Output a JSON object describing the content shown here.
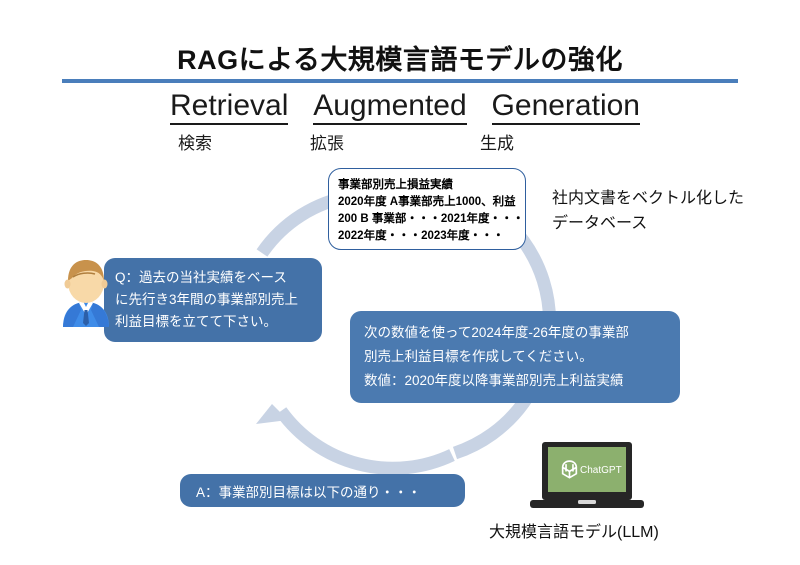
{
  "slide": {
    "title": "RAGによる大規模言語モデルの強化",
    "rule_color": "#4a7ebb"
  },
  "subtitle": {
    "words": [
      "Retrieval",
      "Augmented",
      "Generation"
    ],
    "glosses": [
      "検索",
      "拡張",
      "生成"
    ]
  },
  "database_box": {
    "lines": [
      "事業部別売上損益実績",
      "2020年度 A事業部売上1000、利益",
      "200 B 事業部・・・2021年度・・・",
      "2022年度・・・2023年度・・・"
    ],
    "border_color": "#2f5f9e"
  },
  "captions": {
    "database": [
      "社内文書をベクトル化した",
      "データベース"
    ],
    "llm": "大規模言語モデル(LLM)"
  },
  "bubbles": {
    "question": {
      "lines": [
        "Q：過去の当社実績をベース",
        "に先行き3年間の事業部別売上",
        "利益目標を立てて下さい。"
      ],
      "color": "#4472a8"
    },
    "prompt": {
      "lines": [
        "次の数値を使って2024年度-26年度の事業部",
        "別売上利益目標を作成してください。",
        "数値：2020年度以降事業部別売上利益実績"
      ],
      "color": "#4b7ab0"
    },
    "answer": {
      "lines": [
        "A：事業部別目標は以下の通り・・・"
      ],
      "color": "#4472a8"
    }
  },
  "laptop": {
    "screen_label": "ChatGPT",
    "screen_color": "#8cb06e",
    "body_color": "#262626"
  },
  "arrows": {
    "color": "#c8d3e4",
    "upper_label": "retrieval-arrow",
    "lower_label": "generation-arrow"
  }
}
